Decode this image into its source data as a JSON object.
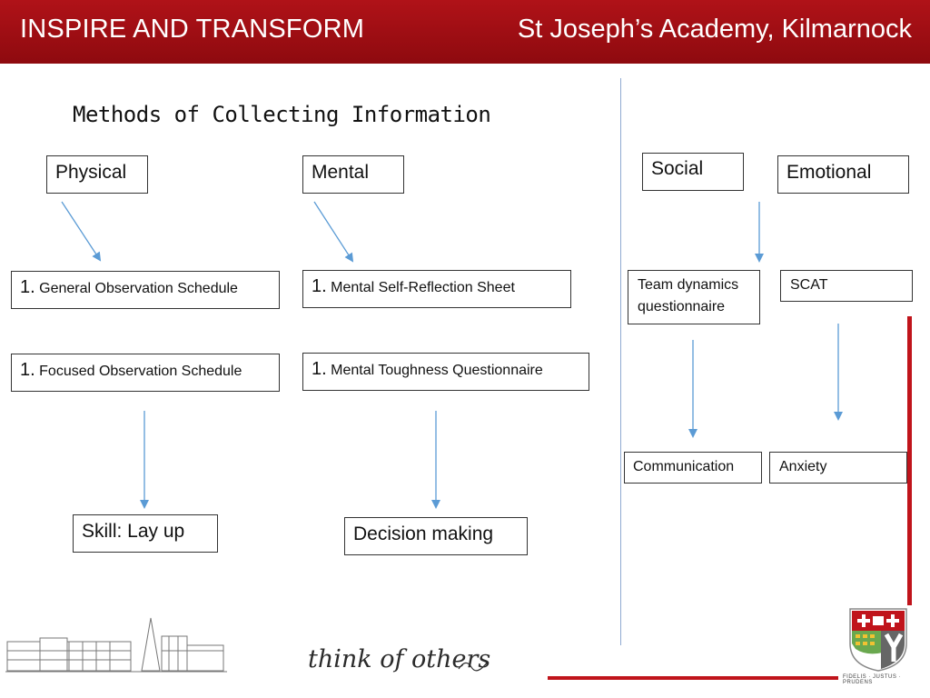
{
  "header": {
    "left": "INSPIRE AND TRANSFORM",
    "right": "St Joseph’s Academy, Kilmarnock"
  },
  "title": "Methods of Collecting Information",
  "columns": {
    "physical": {
      "heading": "Physical",
      "method1_num": "1.",
      "method1": "General Observation Schedule",
      "method2_num": "1.",
      "method2": "Focused Observation Schedule",
      "result": "Skill: Lay up"
    },
    "mental": {
      "heading": "Mental",
      "method1_num": "1.",
      "method1": "Mental Self-Reflection Sheet",
      "method2_num": "1.",
      "method2": "Mental Toughness Questionnaire",
      "result": "Decision making"
    },
    "social": {
      "heading": "Social",
      "method": "Team dynamics questionnaire",
      "result": "Communication"
    },
    "emotional": {
      "heading": "Emotional",
      "method": "SCAT",
      "result": "Anxiety"
    }
  },
  "footer": {
    "signature": "think of others",
    "motto": "FIDELIS · JUSTUS · PRUDENS"
  },
  "colors": {
    "header_red": "#b01218",
    "arrow_blue": "#5b9bd5",
    "divider_blue": "#8faad2"
  }
}
